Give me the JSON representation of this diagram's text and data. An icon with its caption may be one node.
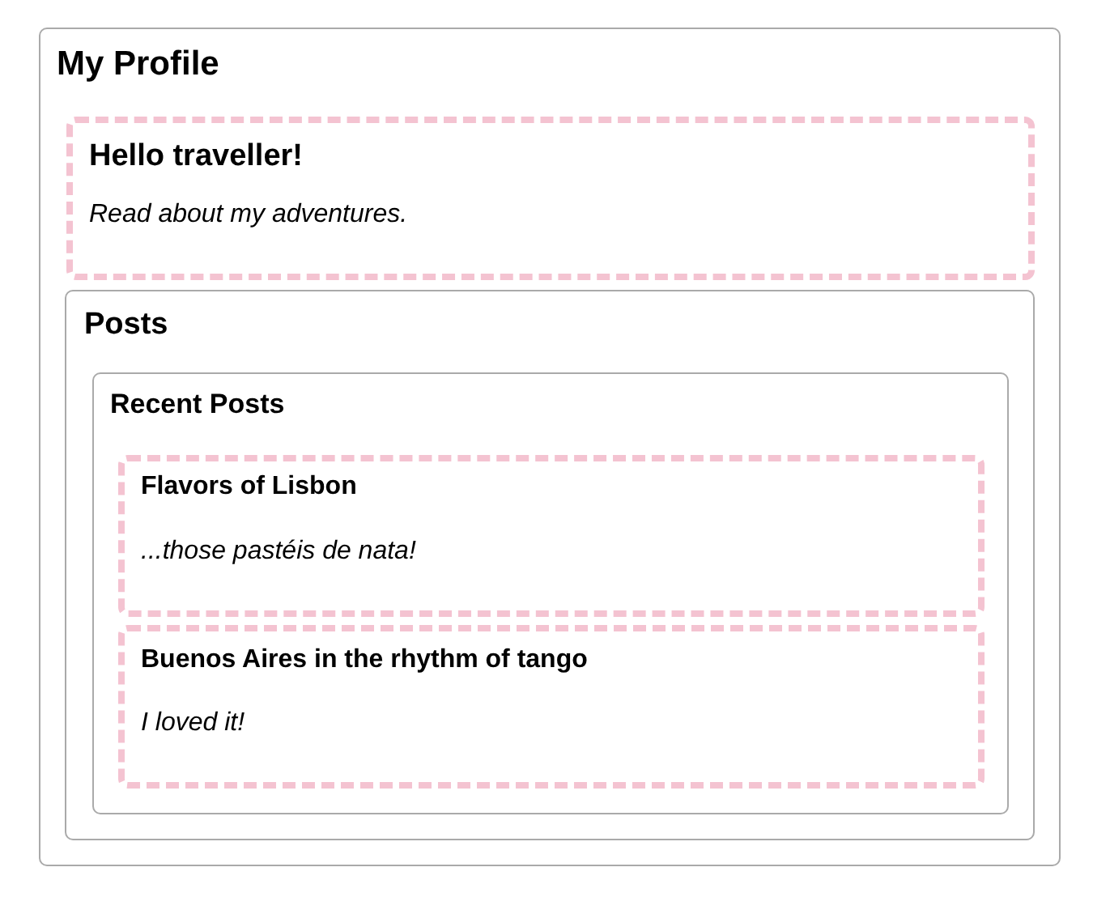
{
  "diagram": {
    "nodes": [
      {
        "text": [
          "My Profile"
        ]
      },
      {
        "text": [
          "Hello traveller!",
          "Read about my adventures."
        ],
        "in": 0
      },
      {
        "text": [
          "Posts"
        ],
        "in": 0
      },
      {
        "text": [
          "Recent Posts"
        ],
        "in": 2
      },
      {
        "text": [
          "Flavors of Lisbon",
          "...those pastéis de nata!"
        ],
        "in": 3
      },
      {
        "text": [
          "Buenos Aires in the rhythm of tango",
          "I loved it!"
        ],
        "in": 3
      }
    ]
  }
}
